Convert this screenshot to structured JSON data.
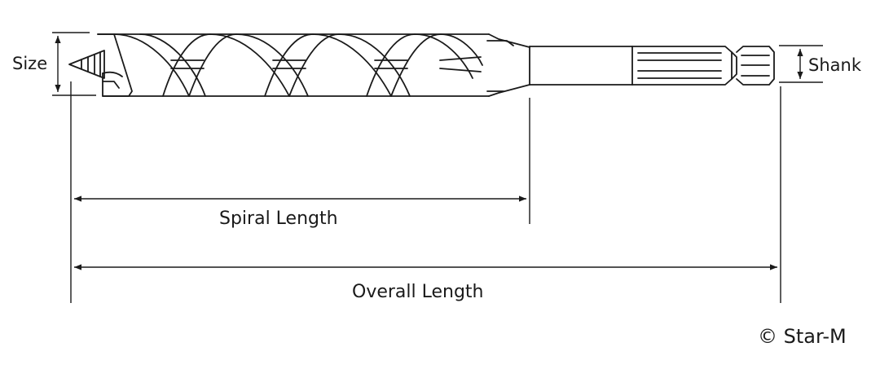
{
  "labels": {
    "size": "Size",
    "shank": "Shank",
    "spiral_length": "Spiral Length",
    "overall_length": "Overall Length",
    "copyright": "© Star-M"
  },
  "colors": {
    "line": "#1a1a1a",
    "background": "#ffffff"
  }
}
